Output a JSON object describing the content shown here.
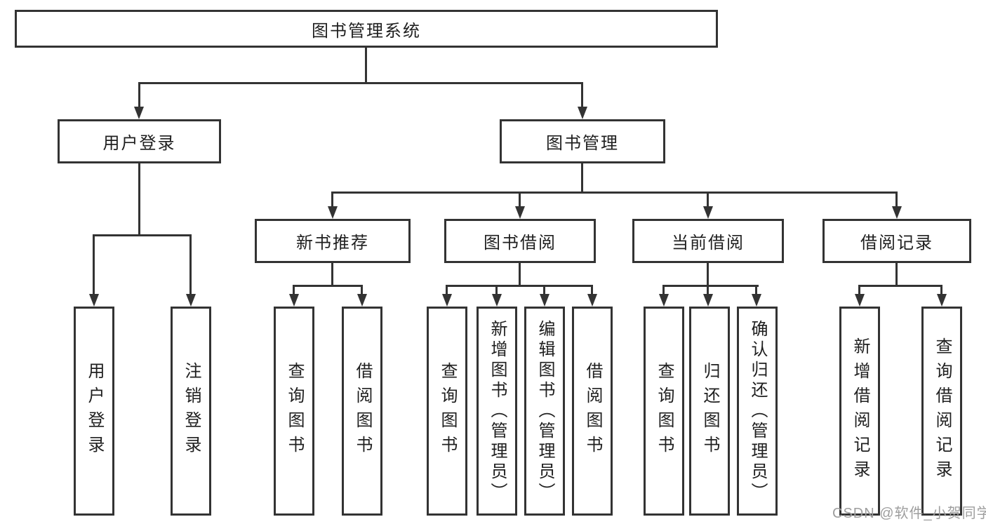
{
  "diagram": {
    "root": {
      "label": "图书管理系统"
    },
    "level2": [
      {
        "label": "用户登录"
      },
      {
        "label": "图书管理"
      }
    ],
    "level3": [
      {
        "label": "新书推荐"
      },
      {
        "label": "图书借阅"
      },
      {
        "label": "当前借阅"
      },
      {
        "label": "借阅记录"
      }
    ],
    "leaves": {
      "user_login": [
        {
          "label": "用户登录"
        },
        {
          "label": "注销登录"
        }
      ],
      "new_book_recommend": [
        {
          "label": "查询图书"
        },
        {
          "label": "借阅图书"
        }
      ],
      "book_borrowing": [
        {
          "label": "查询图书"
        },
        {
          "label": "新增图书（管理员）"
        },
        {
          "label": "编辑图书（管理员）"
        },
        {
          "label": "借阅图书"
        }
      ],
      "current_borrowing": [
        {
          "label": "查询图书"
        },
        {
          "label": "归还图书"
        },
        {
          "label": "确认归还（管理员）"
        }
      ],
      "borrow_records": [
        {
          "label": "新增借阅记录"
        },
        {
          "label": "查询借阅记录"
        }
      ]
    },
    "watermark": "CSDN @软件_小贺同学",
    "colors": {
      "line": "#333333",
      "text": "#1f1f1f",
      "watermark": "#9e9e9e",
      "background": "#ffffff"
    }
  }
}
